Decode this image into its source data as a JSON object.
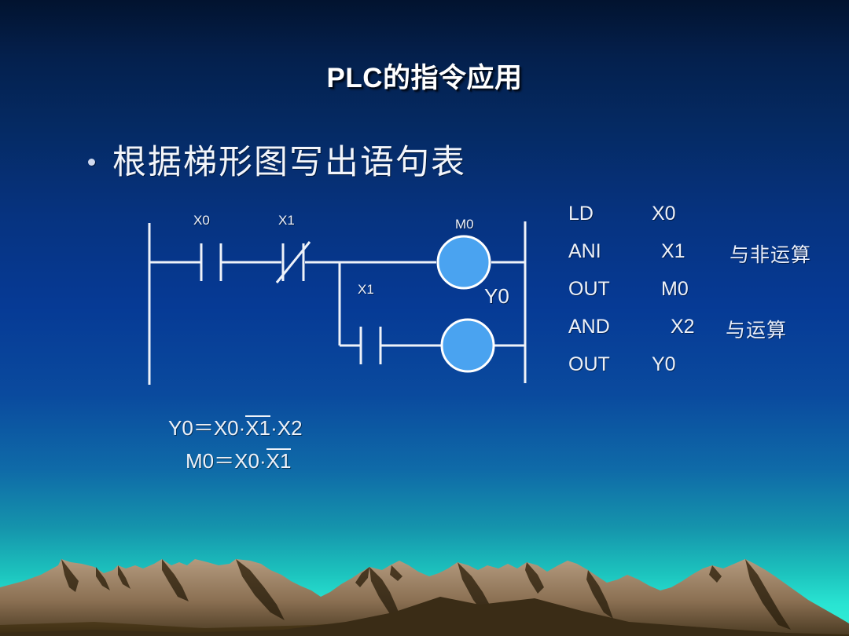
{
  "slide": {
    "title": "PLC的指令应用",
    "bullet": {
      "marker": "bullet-dot",
      "text": "根据梯形图写出语句表"
    }
  },
  "ladder": {
    "contacts": [
      {
        "label": "X0",
        "type": "normally-open"
      },
      {
        "label": "X1",
        "type": "normally-closed"
      },
      {
        "label": "X1",
        "type": "normally-open"
      }
    ],
    "coils": [
      {
        "label": "M0"
      },
      {
        "label": "Y0"
      }
    ],
    "colors": {
      "wire": "#eef2f9",
      "coil_fill": "#4aa3f0",
      "coil_stroke": "#ffffff"
    }
  },
  "instruction_list": {
    "rows": [
      {
        "op": "LD",
        "arg": "X0",
        "note": ""
      },
      {
        "op": "ANI",
        "arg": "X1",
        "note": "与非运算"
      },
      {
        "op": "OUT",
        "arg": "M0",
        "note": ""
      },
      {
        "op": "AND",
        "arg": "X2",
        "note": "与运算"
      },
      {
        "op": "OUT",
        "arg": "Y0",
        "note": ""
      }
    ]
  },
  "equations": [
    {
      "lhs": "Y0",
      "eq": "＝",
      "t1": "X0·",
      "t2": "X1",
      "t3": "·X2"
    },
    {
      "lhs": "M0",
      "eq": "＝",
      "t1": "X0·",
      "t2": "X1",
      "t3": ""
    }
  ],
  "theme": {
    "sky_top": "#02132f",
    "sky_mid": "#063a95",
    "sky_bottom": "#33f0d8",
    "mountain_light": "#a3866a",
    "mountain_dark": "#3f3019",
    "text": "#eef2f9"
  }
}
